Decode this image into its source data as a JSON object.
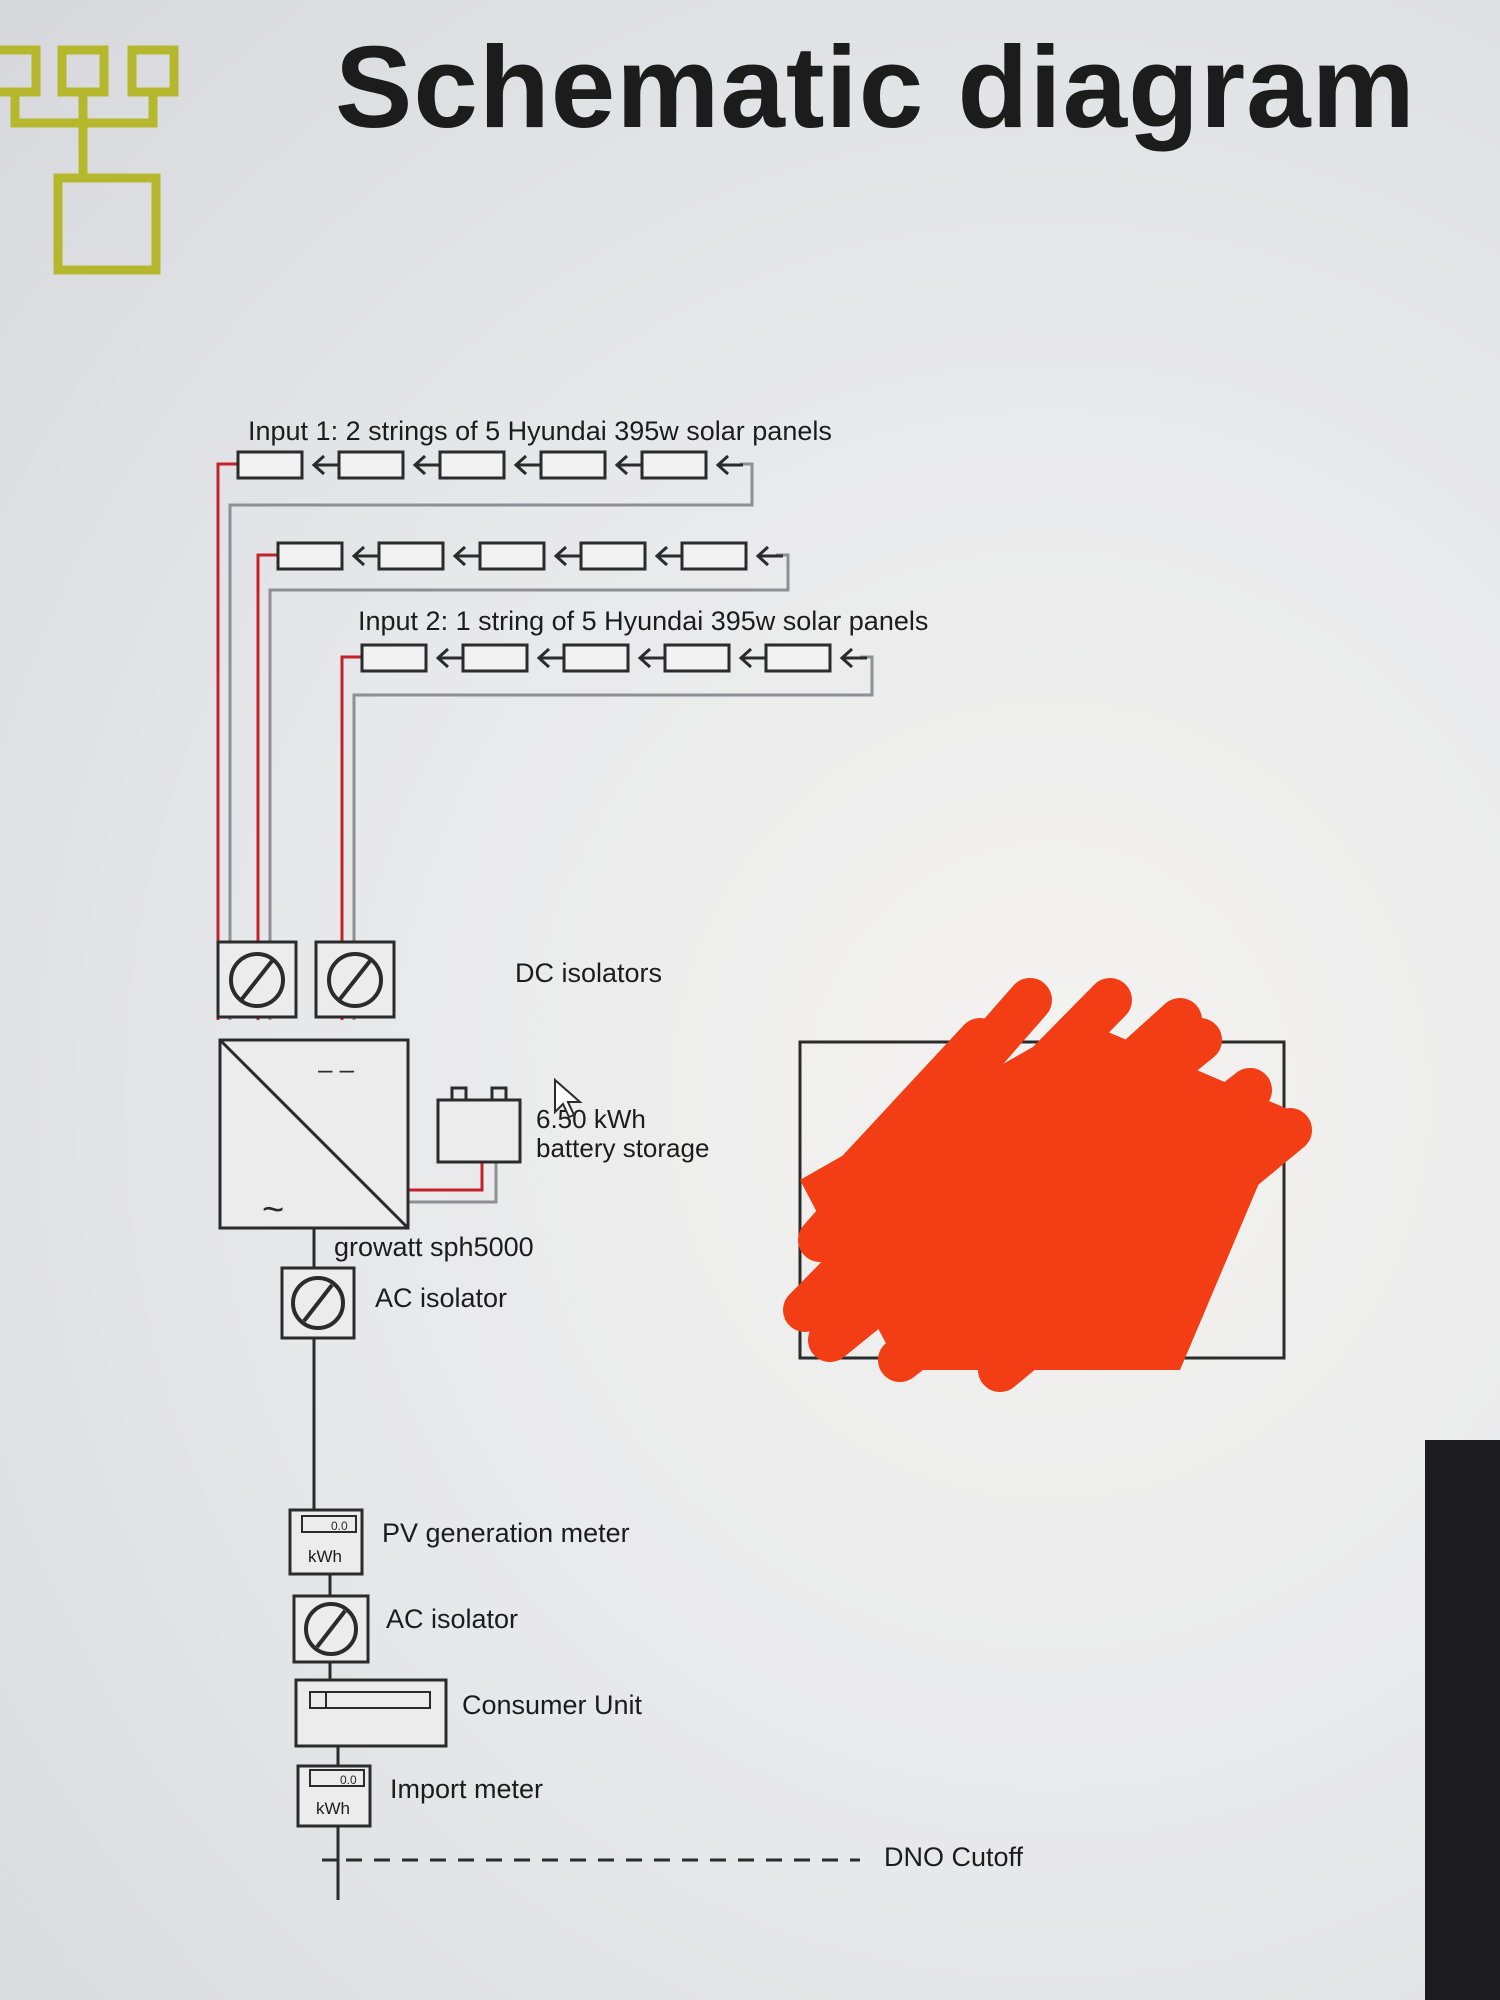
{
  "page": {
    "title": "Schematic diagram"
  },
  "colors": {
    "logo": "#b5b82c",
    "positive": "#c4222a",
    "negative": "#8d8f95",
    "line": "#2b2b2b",
    "redaction": "#f33d14",
    "title": "#1c1c1c"
  },
  "icons": {
    "logo": "hierarchy-icon",
    "isolator": "isolator-switch-icon",
    "meter": "kwh-meter-icon",
    "panel": "solar-panel-icon",
    "cursor": "mouse-cursor-icon"
  },
  "diagram": {
    "input1_label": "Input 1: 2 strings of 5 Hyundai 395w solar panels",
    "input2_label": "Input 2: 1 string of 5 Hyundai 395w solar panels",
    "dc_isolators_label": "DC isolators",
    "battery_label_line1": "6.50 kWh",
    "battery_label_line2": "battery storage",
    "inverter_label": "growatt sph5000",
    "inverter_dc_symbol": "– –",
    "inverter_ac_symbol": "~",
    "ac_isolator_1_label": "AC isolator",
    "pv_meter_label": "PV generation meter",
    "pv_meter_reading": "0.0",
    "pv_meter_unit": "kWh",
    "ac_isolator_2_label": "AC isolator",
    "consumer_unit_label": "Consumer Unit",
    "import_meter_label": "Import meter",
    "import_meter_reading": "0.0",
    "import_meter_unit": "kWh",
    "dno_label": "DNO Cutoff"
  }
}
